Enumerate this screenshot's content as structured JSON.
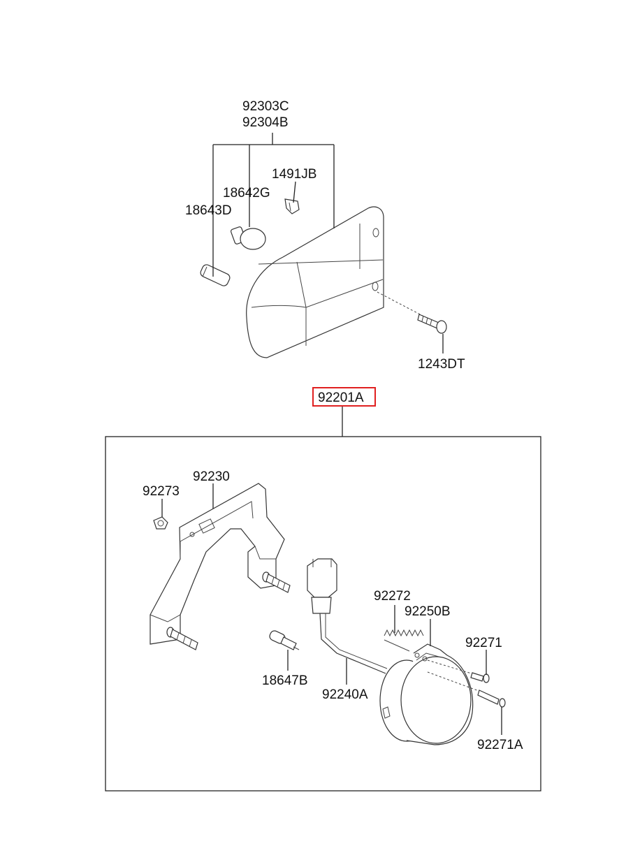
{
  "diagram": {
    "labels": {
      "p92303c": "92303C",
      "p92304b": "92304B",
      "p1491jb": "1491JB",
      "p18642g": "18642G",
      "p18643d": "18643D",
      "p1243dt": "1243DT",
      "p92201a": "92201A",
      "p92230": "92230",
      "p92273": "92273",
      "p92272": "92272",
      "p92250b": "92250B",
      "p92271": "92271",
      "p18647b": "18647B",
      "p92240a": "92240A",
      "p92271a": "92271A"
    },
    "highlight_color": "#e02020"
  }
}
